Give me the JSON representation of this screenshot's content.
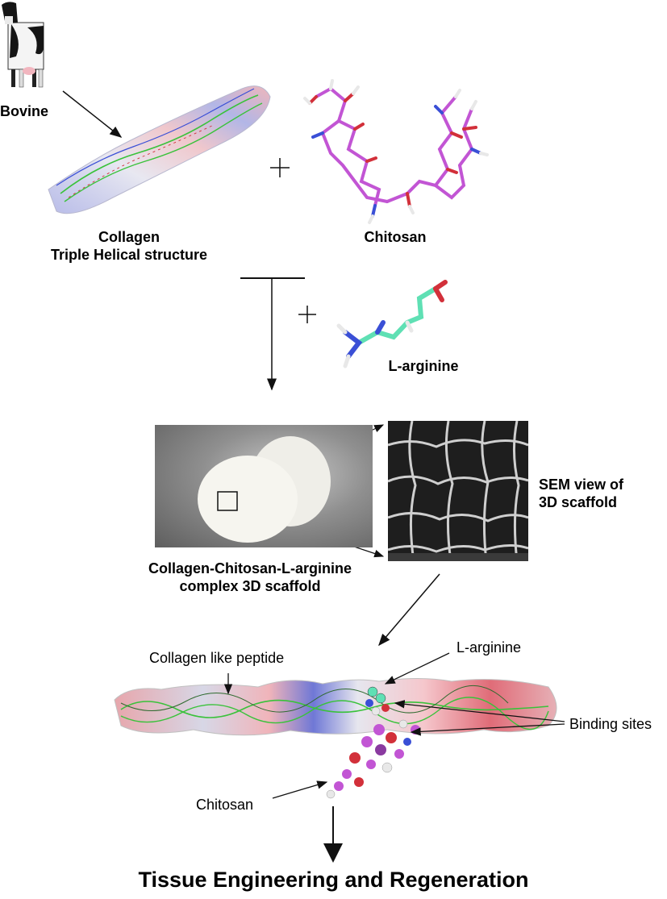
{
  "labels": {
    "bovine": "Bovine",
    "collagen_line1": "Collagen",
    "collagen_line2": "Triple Helical structure",
    "chitosan_top": "Chitosan",
    "plus": "+",
    "larginine_top": "L-arginine",
    "scaffold_line1": "Collagen-Chitosan-L-arginine",
    "scaffold_line2": "complex 3D scaffold",
    "sem_line1": "SEM view of",
    "sem_line2": "3D scaffold",
    "collagen_peptide": "Collagen like peptide",
    "larginine_bottom": "L-arginine",
    "binding_sites": "Binding sites",
    "chitosan_bottom": "Chitosan",
    "footer": "Tissue Engineering and Regeneration"
  },
  "colors": {
    "collagen_surface_blue": "#7f86d6",
    "collagen_surface_red": "#e07a84",
    "chitosan_bonds": "#c255d4",
    "chitosan_oxygen": "#d2303a",
    "arginine_bonds": "#5fe0b4",
    "nitrogen": "#3a4fd6",
    "peptide_green": "#39c23a"
  }
}
